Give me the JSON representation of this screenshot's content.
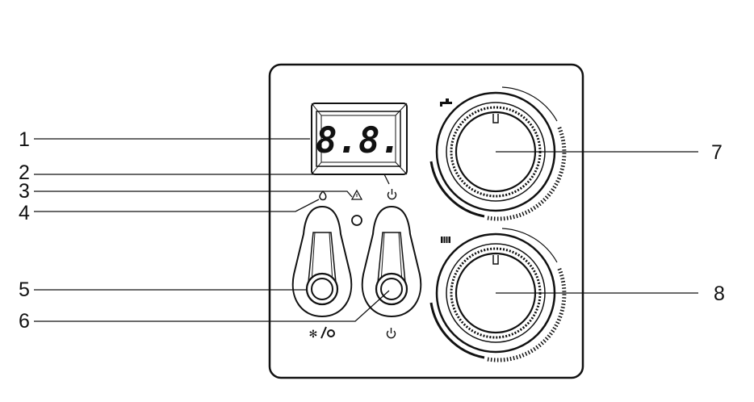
{
  "display": {
    "readout": "8.8."
  },
  "callouts": [
    {
      "number": "1",
      "target": "digital-display"
    },
    {
      "number": "2",
      "target": "power-indicator"
    },
    {
      "number": "3",
      "target": "fault-indicator"
    },
    {
      "number": "4",
      "target": "flame-indicator"
    },
    {
      "number": "5",
      "target": "mode-switch"
    },
    {
      "number": "6",
      "target": "power-switch"
    },
    {
      "number": "7",
      "target": "hot-water-knob"
    },
    {
      "number": "8",
      "target": "heating-knob"
    }
  ],
  "icons": {
    "flame": "flame-icon",
    "warning": "warning-icon",
    "power": "power-icon",
    "tap": "tap-icon",
    "radiator": "radiator-icon",
    "mode": "snowflake-off-icon"
  }
}
